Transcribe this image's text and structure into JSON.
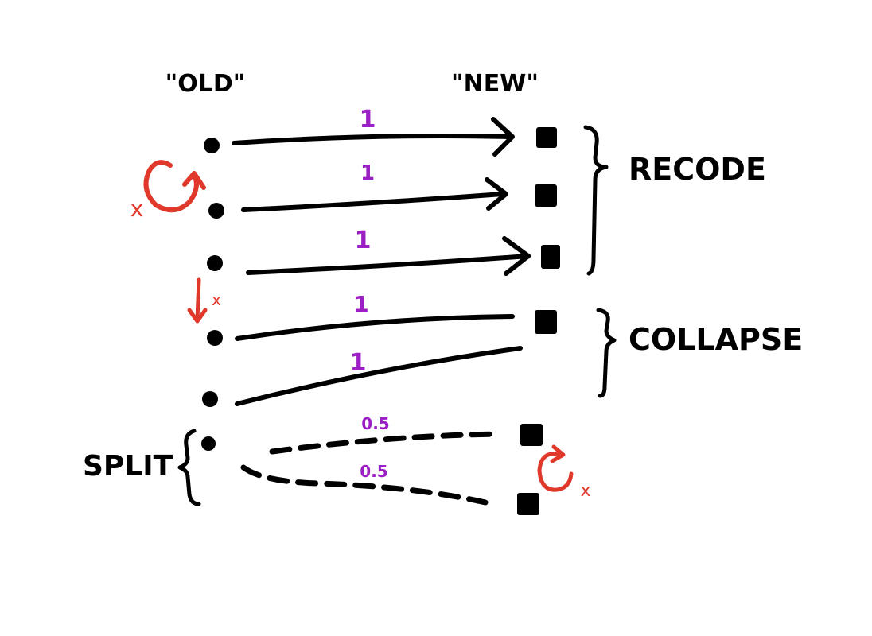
{
  "colors": {
    "ink": "#000000",
    "weight": "#9b1fc4",
    "annotation": "#e0392b",
    "background": "#ffffff"
  },
  "headers": {
    "old": "\"OLD\"",
    "new": "\"NEW\""
  },
  "groups": {
    "recode": "RECODE",
    "collapse": "COLLAPSE",
    "split": "SPLIT"
  },
  "weights": {
    "recode_1": "1",
    "recode_2": "1",
    "recode_3": "1",
    "collapse_1": "1",
    "collapse_2": "1",
    "split_1": "0.5",
    "split_2": "0.5"
  },
  "annotations": {
    "mark": "x"
  }
}
